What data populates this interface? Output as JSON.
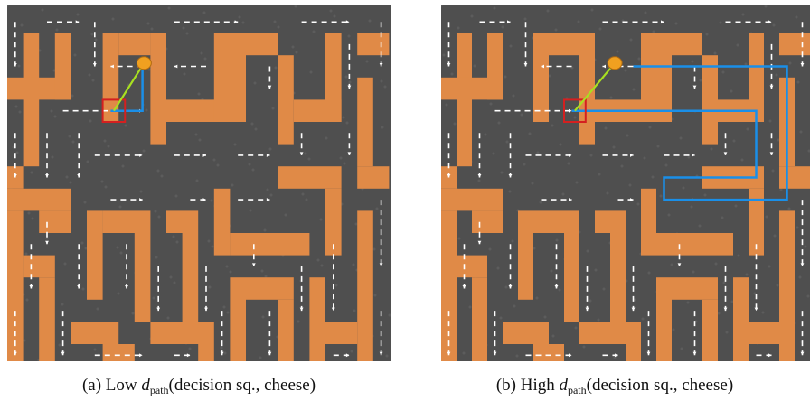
{
  "colors": {
    "path": "#4f4f4f",
    "wall": "#e08a47",
    "arrow": "#ffffff",
    "decision_square": "#d42020",
    "cheese": "#f0a020",
    "line": "#a8e020",
    "route": "#1a8fe8"
  },
  "icons": {
    "cheese": "cheese-icon",
    "decision": "decision-square-icon"
  },
  "panels": [
    {
      "id": "a",
      "label_prefix": "(a) Low ",
      "symbol": "d",
      "subscript": "path",
      "label_suffix": "(decision sq., cheese)",
      "route_length": "low"
    },
    {
      "id": "b",
      "label_prefix": "(b) High ",
      "symbol": "d",
      "subscript": "path",
      "label_suffix": "(decision sq., cheese)",
      "route_length": "high"
    }
  ]
}
